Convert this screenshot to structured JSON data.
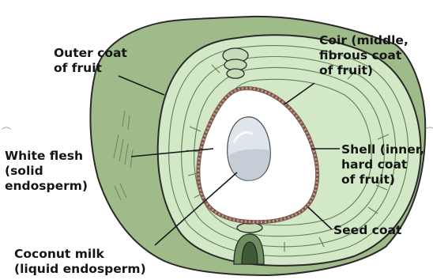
{
  "labels": {
    "outer_coat": [
      "Outer coat",
      "of fruit"
    ],
    "coir": [
      "Coir (middle,",
      "fibrous coat",
      "of fruit)"
    ],
    "white_flesh": [
      "White flesh",
      "(solid",
      "endosperm)"
    ],
    "shell": [
      "Shell (inner,",
      "hard coat",
      "of fruit)"
    ],
    "seed_coat": [
      "Seed coat"
    ],
    "coconut_milk": [
      "Coconut milk",
      "(liquid endosperm)"
    ]
  },
  "colors": {
    "husk_outer": "#b9cfa8",
    "husk_side": "#9fbb89",
    "coir_fill": "#d3e8c7",
    "fiber_line": "#5f7f52",
    "shell_line": "#7a5a4a",
    "seed_coat_dots": "#c79999",
    "cavity": "#ffffff",
    "milk_cavity": "#dfe5ec",
    "outline": "#2a2a2a"
  }
}
